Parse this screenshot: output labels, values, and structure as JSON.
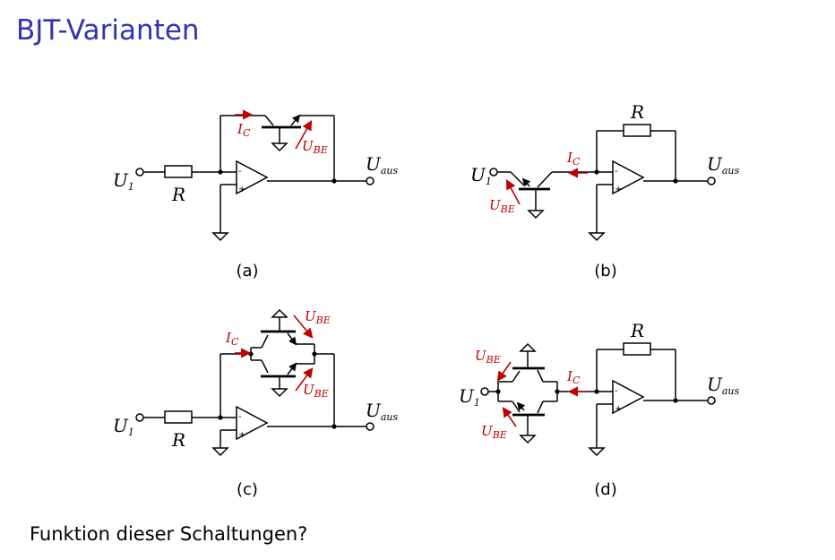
{
  "slide": {
    "title": "BJT-Varianten",
    "question": "Funktion dieser Schaltungen?"
  },
  "labels": {
    "u_in_main": "U",
    "u_in_sub": "1",
    "u_out_main": "U",
    "u_out_sub": "aus",
    "r": "R",
    "ic_main": "I",
    "ic_sub": "C",
    "ube_main": "U",
    "ube_sub": "BE",
    "minus": "-",
    "plus": "+"
  },
  "captions": [
    "(a)",
    "(b)",
    "(c)",
    "(d)"
  ],
  "colors": {
    "title": "#3333b2",
    "annotation": "#c00000",
    "wire": "#000000"
  }
}
